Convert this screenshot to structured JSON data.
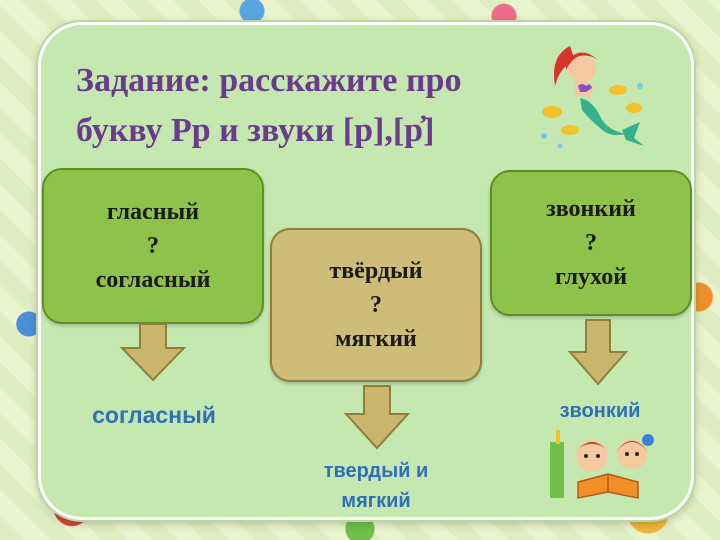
{
  "title": {
    "line1": "Задание: расскажите про",
    "line2": "букву Рр и звуки [р],[р̓]"
  },
  "boxes": {
    "left": {
      "line1": "гласный",
      "line2": "?",
      "line3": "согласный"
    },
    "middle": {
      "line1": "твёрдый",
      "line2": "?",
      "line3": "мягкий"
    },
    "right": {
      "line1": "звонкий",
      "line2": "?",
      "line3": "глухой"
    }
  },
  "answers": {
    "left": "согласный",
    "middle_line1": "твердый и",
    "middle_line2": "мягкий",
    "right": "звонкий"
  },
  "colors": {
    "panel": "#c4e8b0",
    "title": "#6a3a8c",
    "box_green": "#8fc24a",
    "box_tan": "#cdbd78",
    "arrow": "#c9b66a",
    "answer": "#2f6fb8"
  },
  "decor": {
    "top_right": "mermaid-illustration",
    "bottom_right": "children-reading-illustration"
  }
}
